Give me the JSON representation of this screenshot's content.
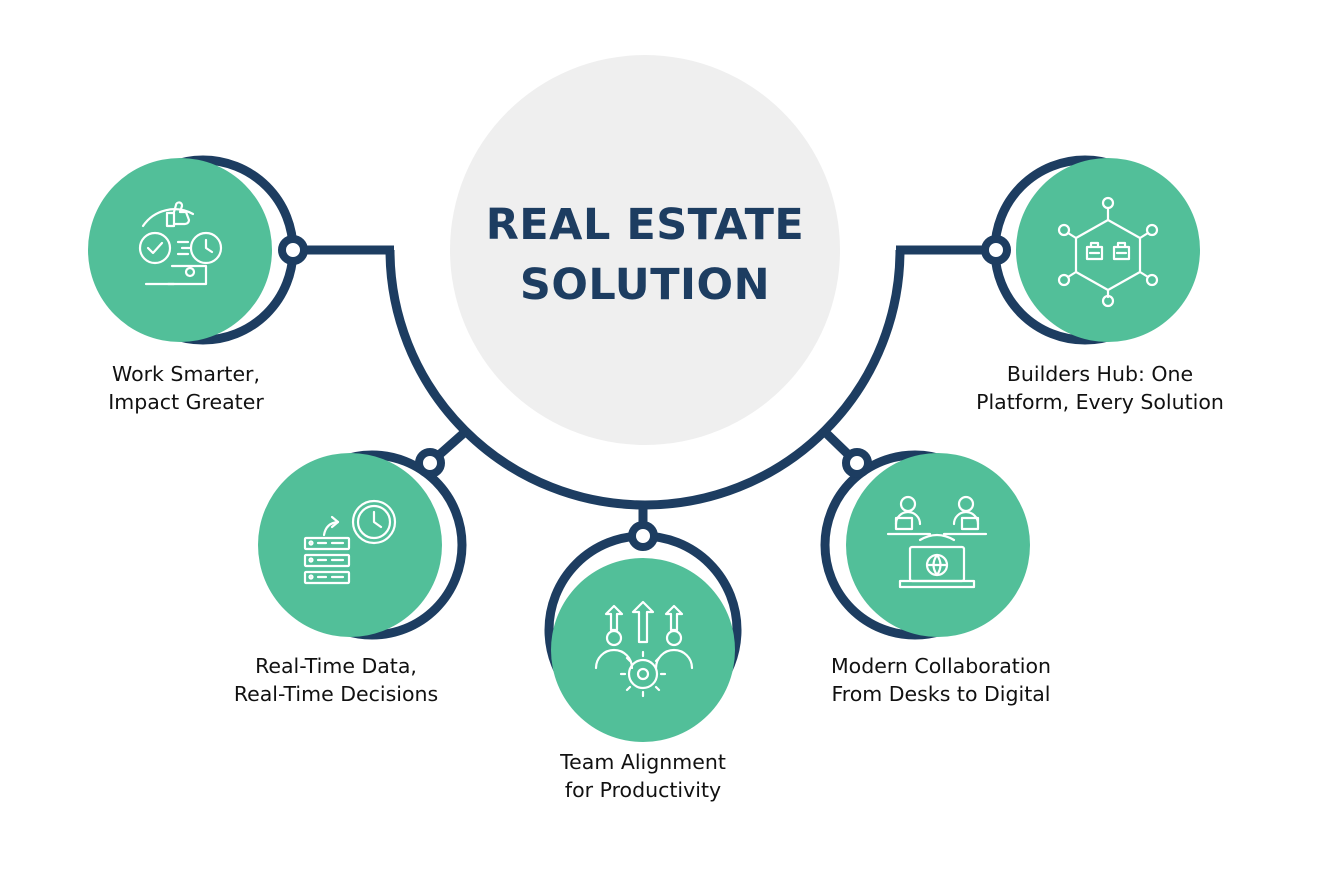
{
  "colors": {
    "navy": "#1d3d61",
    "green": "#52bf99",
    "center_fill": "#efefef",
    "text": "#111111"
  },
  "title": {
    "line1": "REAL ESTATE",
    "line2": "SOLUTION"
  },
  "nodes": [
    {
      "icon": "productivity-check-icon",
      "line1": "Work Smarter,",
      "line2": "Impact Greater"
    },
    {
      "icon": "server-clock-icon",
      "line1": "Real-Time Data,",
      "line2": "Real-Time Decisions"
    },
    {
      "icon": "team-gear-icon",
      "line1": "Team Alignment",
      "line2": "for Productivity"
    },
    {
      "icon": "desk-collaboration-icon",
      "line1": "Modern Collaboration",
      "line2": "From Desks to Digital"
    },
    {
      "icon": "network-hub-icon",
      "line1": "Builders Hub: One",
      "line2": "Platform, Every Solution"
    }
  ]
}
